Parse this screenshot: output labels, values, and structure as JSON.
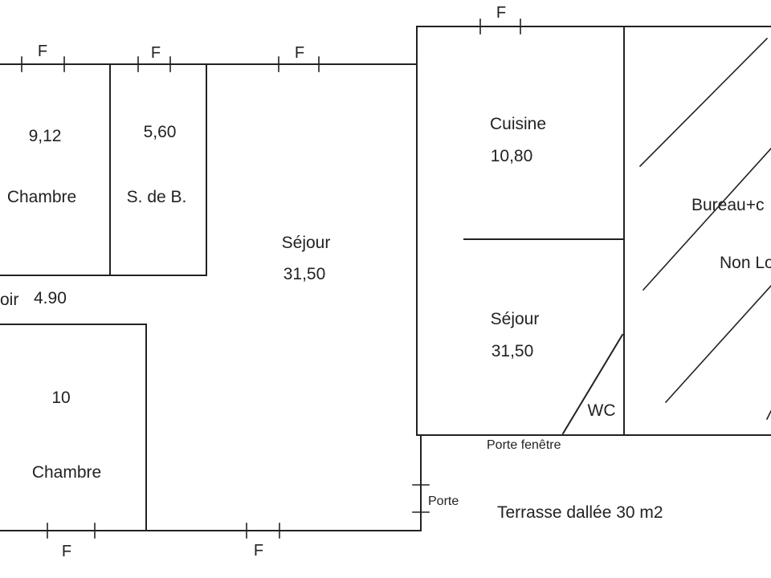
{
  "rooms": {
    "chambre1": {
      "area": "9,12",
      "name": "Chambre"
    },
    "sdb": {
      "area": "5,60",
      "name": "S. de B."
    },
    "couloir": {
      "name": "oir",
      "area": "4.90"
    },
    "chambre2": {
      "area": "10",
      "name": "Chambre"
    },
    "sejour_main": {
      "name": "Séjour",
      "area": "31,50"
    },
    "cuisine": {
      "name": "Cuisine",
      "area": "10,80"
    },
    "sejour_right": {
      "name": "Séjour",
      "area": "31,50"
    },
    "wc": {
      "name": "WC"
    },
    "bureau": {
      "name": "Bureau+c",
      "note": "Non Lo"
    }
  },
  "labels": {
    "window": "F",
    "porte_fenetre": "Porte fenêtre",
    "porte": "Porte",
    "terrasse": "Terrasse dallée 30 m2"
  },
  "colors": {
    "line": "#222222",
    "background": "#ffffff"
  }
}
